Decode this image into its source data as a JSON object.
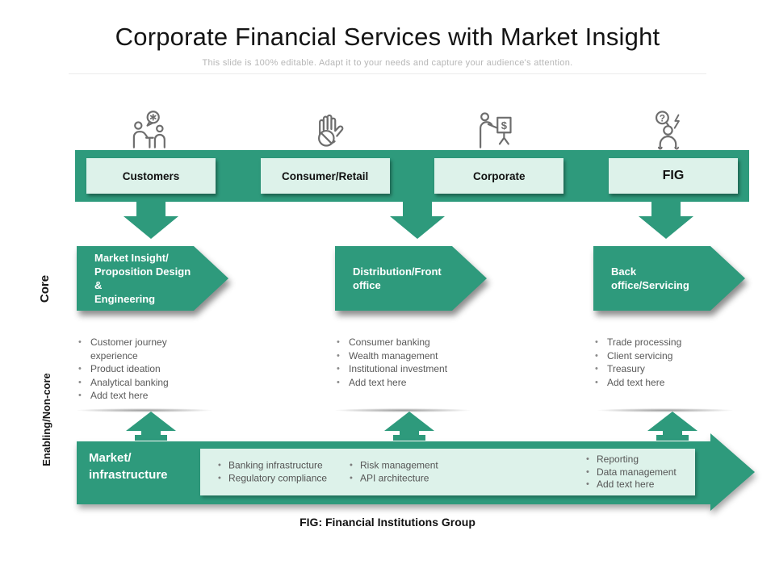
{
  "header": {
    "title": "Corporate Financial Services with Market Insight",
    "subtitle": "This slide is 100% editable. Adapt it to your needs and capture your audience's attention."
  },
  "top_bar": {
    "segments": [
      {
        "label": "Customers",
        "icon": "customer-feedback-icon"
      },
      {
        "label": "Consumer/Retail",
        "icon": "stop-hand-icon"
      },
      {
        "label": "Corporate",
        "icon": "presentation-dollar-icon"
      },
      {
        "label": "FIG",
        "icon": "confused-person-icon"
      }
    ]
  },
  "row_labels": {
    "core": "Core",
    "enabling": "Enabling/Non-core"
  },
  "columns": [
    {
      "heading": "Market Insight/\nProposition Design &\nEngineering",
      "bullets": [
        "Customer journey experience",
        "Product ideation",
        "Analytical banking",
        "Add text here"
      ]
    },
    {
      "heading": "Distribution/Front\noffice",
      "bullets": [
        "Consumer banking",
        "Wealth management",
        "Institutional investment",
        "Add text here"
      ]
    },
    {
      "heading": "Back office/Servicing",
      "bullets": [
        "Trade processing",
        "Client servicing",
        "Treasury",
        "Add text here"
      ]
    }
  ],
  "bottom_bar": {
    "label": "Market/\ninfrastructure",
    "groups": [
      {
        "items": [
          "Banking infrastructure",
          "Regulatory compliance"
        ]
      },
      {
        "items": [
          "Risk management",
          "API architecture"
        ]
      },
      {
        "items": [
          "Reporting",
          "Data management",
          "Add text here"
        ]
      }
    ]
  },
  "footnote": "FIG: Financial Institutions Group",
  "colors": {
    "green": "#2e9a7c",
    "mint": "#ddf2ea",
    "icon_gray": "#6d6d6d",
    "bullet_text": "#595959",
    "subtitle_gray": "#b6b6b6"
  }
}
